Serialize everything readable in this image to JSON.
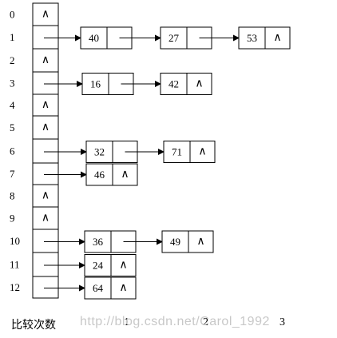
{
  "null_symbol": "∧",
  "table": [
    {
      "index": "0",
      "chain": []
    },
    {
      "index": "1",
      "chain": [
        "40",
        "27",
        "53"
      ]
    },
    {
      "index": "2",
      "chain": []
    },
    {
      "index": "3",
      "chain": [
        "16",
        "42"
      ]
    },
    {
      "index": "4",
      "chain": []
    },
    {
      "index": "5",
      "chain": []
    },
    {
      "index": "6",
      "chain": [
        "32",
        "71"
      ]
    },
    {
      "index": "7",
      "chain": [
        "46"
      ]
    },
    {
      "index": "8",
      "chain": []
    },
    {
      "index": "9",
      "chain": []
    },
    {
      "index": "10",
      "chain": [
        "36",
        "49"
      ]
    },
    {
      "index": "11",
      "chain": [
        "24"
      ]
    },
    {
      "index": "12",
      "chain": [
        "64"
      ]
    }
  ],
  "footer": {
    "label": "比较次数",
    "counts": [
      "1",
      "2",
      "3"
    ]
  },
  "watermark": "http://blog.csdn.net/Carol_1992"
}
